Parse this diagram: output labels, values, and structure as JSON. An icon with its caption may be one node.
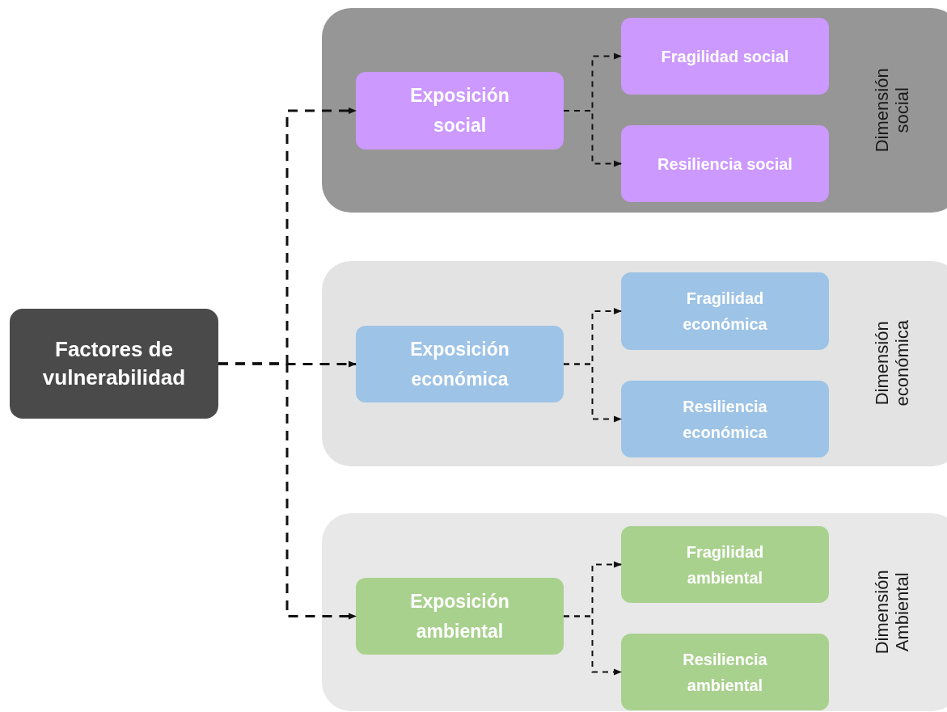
{
  "diagram": {
    "nodes": [
      {
        "text": [
          "Factores de vulnerabilidad"
        ]
      },
      {
        "text": [
          "Dimensión social"
        ]
      },
      {
        "text": [
          "Exposición social"
        ],
        "in": 1
      },
      {
        "text": [
          "Fragilidad social"
        ],
        "in": 1
      },
      {
        "text": [
          "Resiliencia social"
        ],
        "in": 1
      },
      {
        "text": [
          "Dimensión económica"
        ]
      },
      {
        "text": [
          "Exposición económica"
        ],
        "in": 5
      },
      {
        "text": [
          "Fragilidad económica"
        ],
        "in": 5
      },
      {
        "text": [
          "Resiliencia económica"
        ],
        "in": 5
      },
      {
        "text": [
          "Dimensión Ambiental"
        ]
      },
      {
        "text": [
          "Exposición ambiental"
        ],
        "in": 9
      },
      {
        "text": [
          "Fragilidad ambiental"
        ],
        "in": 9
      },
      {
        "text": [
          "Resiliencia ambiental"
        ],
        "in": 9
      }
    ],
    "edges": [
      {
        "from": 0,
        "to": 2,
        "arrow": "to",
        "style": "dashed"
      },
      {
        "from": 0,
        "to": 6,
        "arrow": "to",
        "style": "dashed"
      },
      {
        "from": 0,
        "to": 10,
        "arrow": "to",
        "style": "dashed"
      },
      {
        "from": 2,
        "to": 3,
        "arrow": "to",
        "style": "dashed"
      },
      {
        "from": 2,
        "to": 4,
        "arrow": "to",
        "style": "dashed"
      },
      {
        "from": 6,
        "to": 7,
        "arrow": "to",
        "style": "dashed"
      },
      {
        "from": 6,
        "to": 8,
        "arrow": "to",
        "style": "dashed"
      },
      {
        "from": 10,
        "to": 11,
        "arrow": "to",
        "style": "dashed"
      },
      {
        "from": 10,
        "to": 12,
        "arrow": "to",
        "style": "dashed"
      }
    ]
  }
}
